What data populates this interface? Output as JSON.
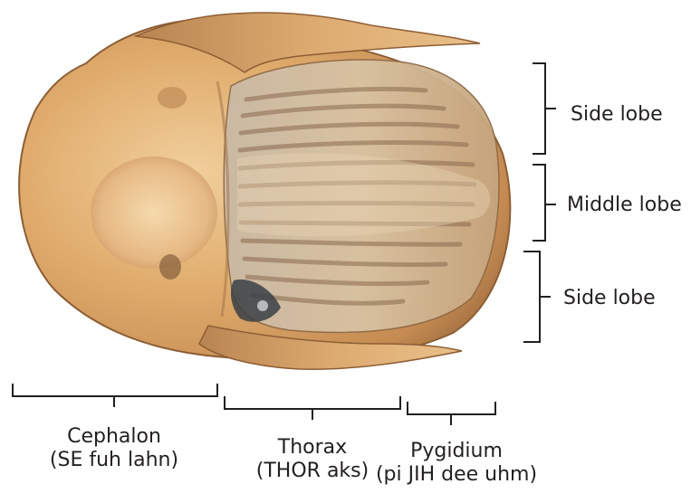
{
  "diagram": {
    "subject": "trilobite fossil photograph",
    "colors": {
      "fossil_light": "#e3b47a",
      "fossil_mid": "#c98e52",
      "fossil_dark": "#8a5a33",
      "matrix": "#3a3f45",
      "bracket": "#231f20",
      "text": "#231f20"
    },
    "side_labels": [
      {
        "text": "Side lobe"
      },
      {
        "text": "Middle lobe"
      },
      {
        "text": "Side lobe"
      }
    ],
    "bottom_labels": [
      {
        "name": "Cephalon",
        "pronunciation": "(SE fuh lahn)"
      },
      {
        "name": "Thorax",
        "pronunciation": "(THOR aks)"
      },
      {
        "name": "Pygidium",
        "pronunciation": "(pi JIH dee uhm)"
      }
    ]
  }
}
